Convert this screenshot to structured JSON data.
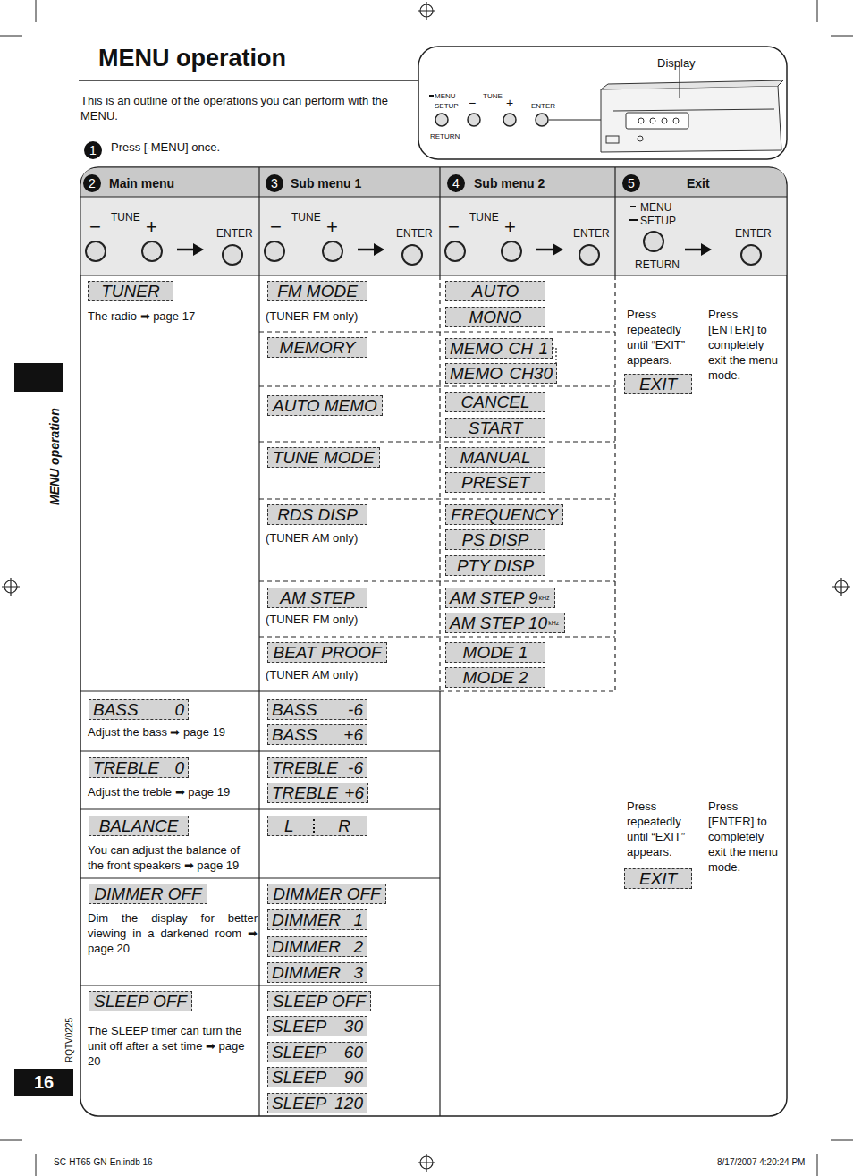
{
  "diagram": {
    "title": "MENU operation",
    "nodes": [
      {
        "text": [
          "TUNER"
        ]
      },
      {
        "text": [
          "FM MODE"
        ]
      },
      {
        "text": [
          "AUTO"
        ]
      },
      {
        "text": [
          "MONO"
        ]
      },
      {
        "text": [
          "EXIT"
        ]
      },
      {
        "text": [
          "MEMORY"
        ]
      },
      {
        "text": [
          "MEMO CH 1"
        ]
      },
      {
        "text": [
          "MEMO CH30"
        ]
      },
      {
        "text": [
          "AUTO MEMO"
        ]
      },
      {
        "text": [
          "CANCEL"
        ]
      },
      {
        "text": [
          "START"
        ]
      },
      {
        "text": [
          "TUNE MODE"
        ]
      },
      {
        "text": [
          "MANUAL"
        ]
      },
      {
        "text": [
          "PRESET"
        ]
      },
      {
        "text": [
          "RDS DISP"
        ]
      },
      {
        "text": [
          "FREQUENCY"
        ]
      },
      {
        "text": [
          "PS DISP"
        ]
      },
      {
        "text": [
          "PTY DISP"
        ]
      },
      {
        "text": [
          "AM STEP"
        ]
      },
      {
        "text": [
          "AM STEP 9",
          "kHz"
        ]
      },
      {
        "text": [
          "AM STEP 10",
          "kHz"
        ]
      },
      {
        "text": [
          "BEAT PROOF"
        ]
      },
      {
        "text": [
          "MODE 1"
        ]
      },
      {
        "text": [
          "MODE 2"
        ]
      },
      {
        "text": [
          "BASS 0"
        ]
      },
      {
        "text": [
          "BASS -6"
        ]
      },
      {
        "text": [
          "BASS +6"
        ]
      },
      {
        "text": [
          "TREBLE 0"
        ]
      },
      {
        "text": [
          "TREBLE -6"
        ]
      },
      {
        "text": [
          "TREBLE +6"
        ]
      },
      {
        "text": [
          "BALANCE"
        ]
      },
      {
        "text": [
          "L",
          "R"
        ]
      },
      {
        "text": [
          "EXIT"
        ]
      },
      {
        "text": [
          "DIMMER OFF"
        ]
      },
      {
        "text": [
          "DIMMER OFF"
        ]
      },
      {
        "text": [
          "DIMMER 1"
        ]
      },
      {
        "text": [
          "DIMMER 2"
        ]
      },
      {
        "text": [
          "DIMMER 3"
        ]
      },
      {
        "text": [
          "SLEEP OFF"
        ]
      },
      {
        "text": [
          "SLEEP OFF"
        ]
      },
      {
        "text": [
          "SLEEP 30"
        ]
      },
      {
        "text": [
          "SLEEP 60"
        ]
      },
      {
        "text": [
          "SLEEP 90"
        ]
      },
      {
        "text": [
          "SLEEP 120"
        ]
      }
    ],
    "labels": [
      "Display",
      "MENU",
      "SETUP",
      "TUNE",
      "−",
      "+",
      "ENTER",
      "RETURN",
      "This is an outline of the operations you can perform with the MENU.",
      "1",
      "Press [-MENU] once.",
      "2",
      "Main menu",
      "3",
      "Sub menu 1",
      "4",
      "Sub menu 2",
      "5",
      "Exit",
      "TUNE",
      "−",
      "+",
      "ENTER",
      "TUNE",
      "−",
      "+",
      "ENTER",
      "TUNE",
      "−",
      "+",
      "ENTER",
      "MENU",
      "SETUP",
      "RETURN",
      "ENTER",
      "The radio ➡ page 17",
      "(TUNER FM only)",
      "(TUNER AM only)",
      "(TUNER FM only)",
      "(TUNER AM only)",
      "Press repeatedly until “EXIT” appears.",
      "Press [ENTER] to completely exit the menu mode.",
      "Adjust the bass ➡ page 19",
      "Adjust the treble ➡ page 19",
      "You can adjust the balance of the front speakers ➡ page 19",
      "Press repeatedly until “EXIT” appears.",
      "Press [ENTER] to completely exit the menu mode.",
      "Dim the display for better viewing in a darkened room ➡ page 20",
      "The SLEEP timer can turn the unit off after a set time ➡ page 20",
      "MENU operation",
      "RQTV0225",
      "16",
      "SC-HT65 GN-En.indb 16",
      "8/17/2007 4:20:24 PM"
    ]
  }
}
